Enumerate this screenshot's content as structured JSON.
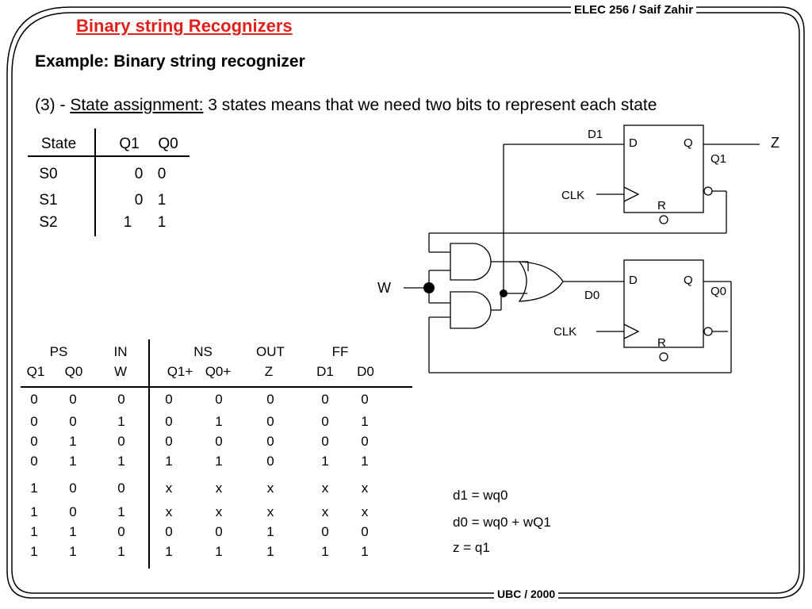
{
  "header": {
    "course_author": "ELEC 256 / Saif Zahir"
  },
  "footer": {
    "source": "UBC / 2000"
  },
  "title": "Binary string Recognizers",
  "subtitle": "Example: Binary string recognizer",
  "body": {
    "prefix": "(3) - ",
    "underlined": "State assignment:",
    "text": " 3 states means that we need two bits to represent each state"
  },
  "state_table": {
    "headers": [
      "State",
      "Q1",
      "Q0"
    ],
    "rows": [
      [
        "S0",
        "0",
        "0"
      ],
      [
        "S1",
        "0",
        "1"
      ],
      [
        "S2",
        "1",
        "1"
      ]
    ]
  },
  "transition_table": {
    "group_headers": [
      "PS",
      "IN",
      "NS",
      "OUT",
      "FF"
    ],
    "sub_headers": [
      "Q1",
      "Q0",
      "W",
      "Q1+",
      "Q0+",
      "Z",
      "D1",
      "D0"
    ],
    "rows": [
      [
        "0",
        "0",
        "0",
        "0",
        "0",
        "0",
        "0",
        "0"
      ],
      [
        "0",
        "0",
        "1",
        "0",
        "1",
        "0",
        "0",
        "1"
      ],
      [
        "0",
        "1",
        "0",
        "0",
        "0",
        "0",
        "0",
        "0"
      ],
      [
        "0",
        "1",
        "1",
        "1",
        "1",
        "0",
        "1",
        "1"
      ],
      [
        "1",
        "0",
        "0",
        "x",
        "x",
        "x",
        "x",
        "x"
      ],
      [
        "1",
        "0",
        "1",
        "x",
        "x",
        "x",
        "x",
        "x"
      ],
      [
        "1",
        "1",
        "0",
        "0",
        "0",
        "1",
        "0",
        "0"
      ],
      [
        "1",
        "1",
        "1",
        "1",
        "1",
        "1",
        "1",
        "1"
      ]
    ]
  },
  "equations": [
    "d1 = wq0",
    "d0 = wq0 + wQ1",
    "z = q1"
  ],
  "circuit": {
    "input": "W",
    "output": "Z",
    "ff1": {
      "d": "D",
      "q": "Q",
      "r": "R",
      "clk": "CLK",
      "d_net": "D1",
      "q_net": "Q1"
    },
    "ff0": {
      "d": "D",
      "q": "Q",
      "r": "R",
      "clk": "CLK",
      "d_net": "D0",
      "q_net": "Q0"
    }
  }
}
